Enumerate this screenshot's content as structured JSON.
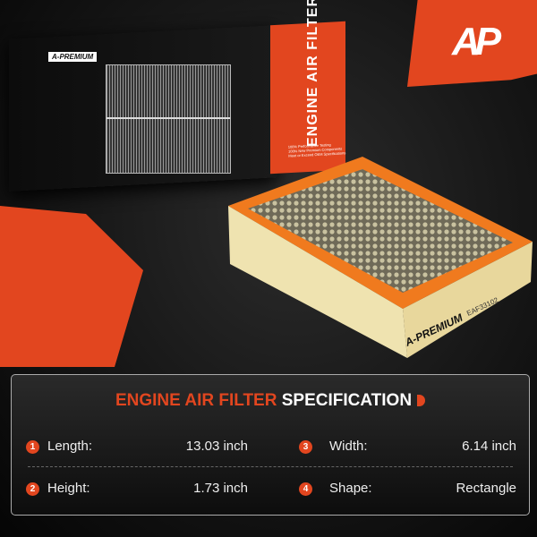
{
  "brand": {
    "logo_text": "A-PREMIUM",
    "logo_mark": "AP"
  },
  "box": {
    "title": "ENGINE AIR FILTER",
    "features": [
      "100% Performance Testing",
      "100% New Premium Components",
      "Meet or Exceed OEM Specifications"
    ]
  },
  "product": {
    "brand_print": "A-PREMIUM",
    "part_number": "EAF33102"
  },
  "spec": {
    "title_accent": "ENGINE AIR FILTER",
    "title_rest": "SPECIFICATION",
    "items": [
      {
        "num": "1",
        "label": "Length:",
        "value": "13.03 inch"
      },
      {
        "num": "2",
        "label": "Height:",
        "value": "1.73 inch"
      },
      {
        "num": "3",
        "label": "Width:",
        "value": "6.14 inch"
      },
      {
        "num": "4",
        "label": "Shape:",
        "value": "Rectangle"
      }
    ]
  },
  "colors": {
    "accent": "#e2461f",
    "background": "#161616",
    "filter_frame": "#f07a1e",
    "filter_media": "#efe3b0"
  }
}
